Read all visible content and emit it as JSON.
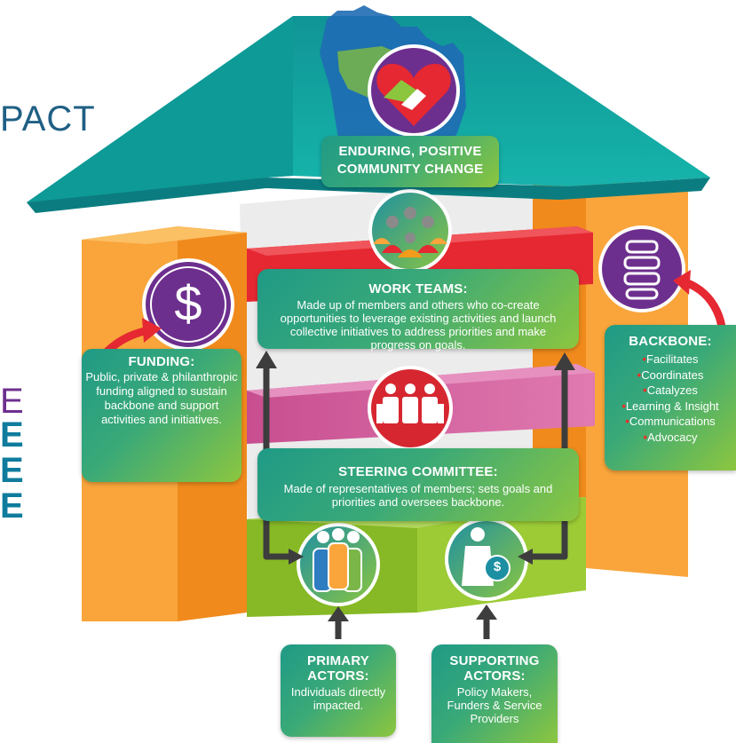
{
  "cropped_left_text": {
    "impact_fragment": "PACT",
    "fragment_e1": "E",
    "fragment_e2": "E",
    "fragment_e3": "E",
    "fragment_e4": "E"
  },
  "top_card": {
    "line1": "ENDURING, POSITIVE",
    "line2": "COMMUNITY CHANGE"
  },
  "work_teams": {
    "title": "WORK TEAMS:",
    "text": "Made up of members and others who co-create opportunities to leverage existing activities and launch collective initiatives to address priorities and make progress on goals."
  },
  "steering": {
    "title": "STEERING COMMITTEE:",
    "text": "Made of representatives of members; sets goals and priorities and oversees backbone."
  },
  "funding": {
    "title": "FUNDING:",
    "text": "Public, private & philanthropic funding aligned to sustain backbone and support activities and initiatives."
  },
  "backbone": {
    "title": "BACKBONE:",
    "bullet_mark": "•",
    "items": [
      "Facilitates",
      "Coordinates",
      "Catalyzes",
      "Learning & Insight",
      "Communications",
      "Advocacy"
    ]
  },
  "primary": {
    "title1": "PRIMARY",
    "title2": "ACTORS:",
    "text": "Individuals directly impacted."
  },
  "supporting": {
    "title1": "SUPPORTING",
    "title2": "ACTORS:",
    "text": "Policy Makers, Funders & Service Providers"
  },
  "icons": {
    "dollar_glyph": "$",
    "bag_glyph": "$"
  },
  "colors": {
    "roof": "#12a8a2",
    "pillar": "#f9a53b",
    "pillar_dark": "#f08a1c",
    "red_beam": "#e52832",
    "pink_beam": "#d0599a",
    "green_base": "#86b925",
    "circle_purple": "#6d2f8e",
    "circle_teal": "#1e8fa3",
    "circle_red": "#d62731",
    "arrow_dark": "#3d3d3d"
  }
}
